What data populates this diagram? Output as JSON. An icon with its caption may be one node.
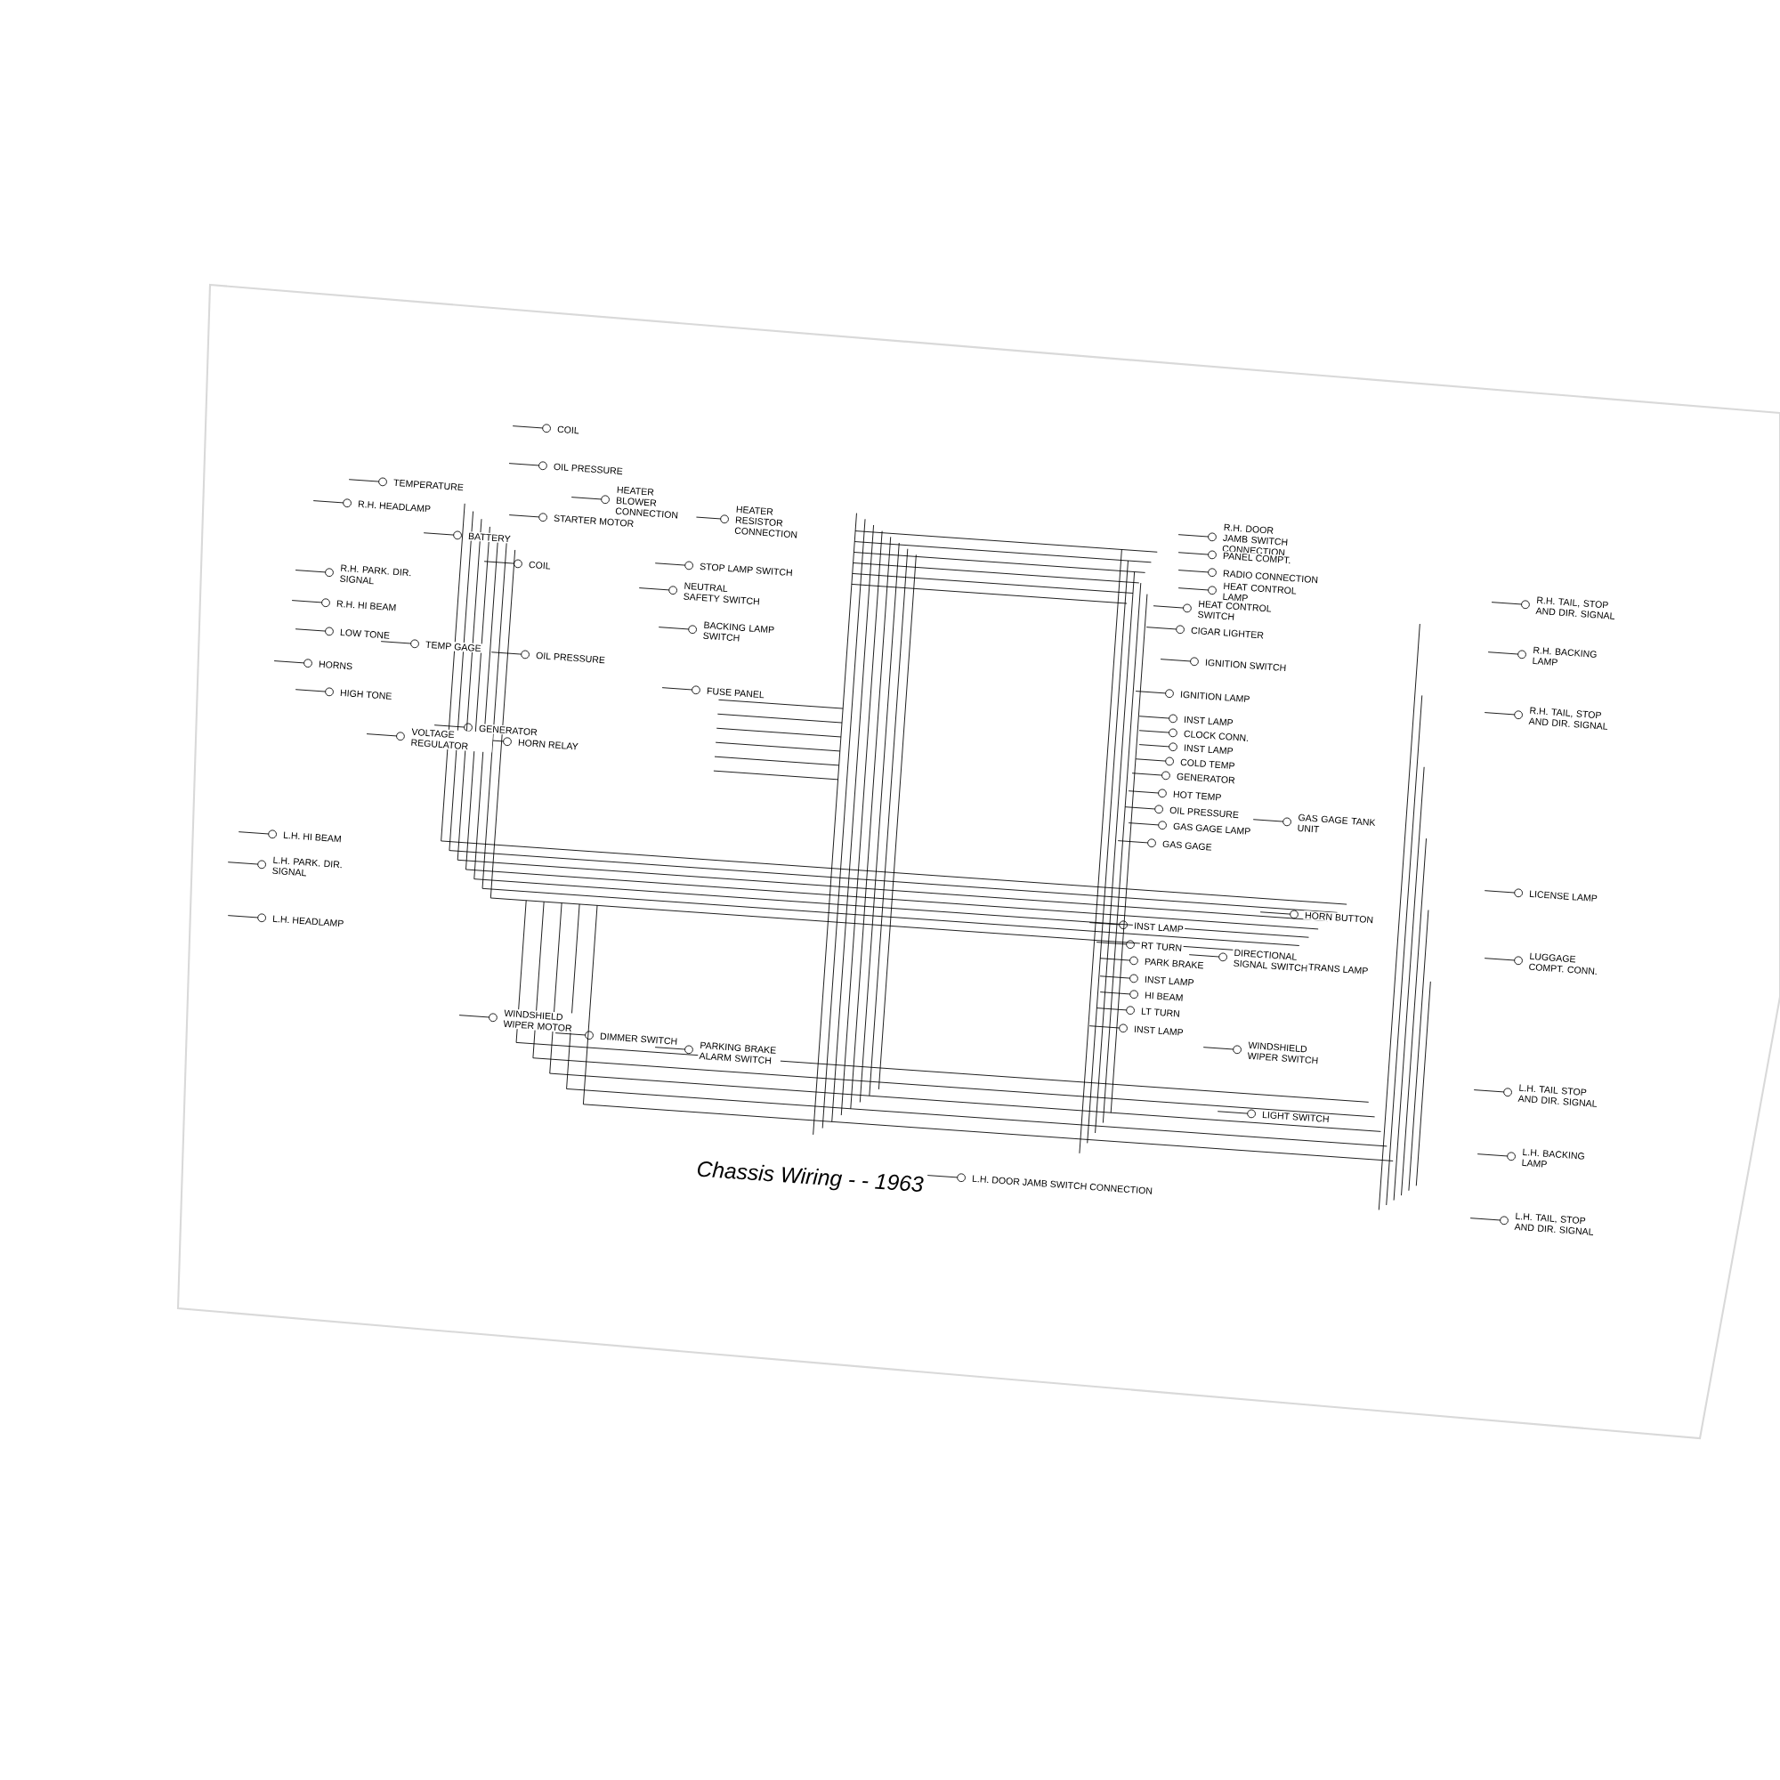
{
  "diagram": {
    "caption": "Chassis Wiring - - 1963",
    "labels": [
      "COIL",
      "OIL PRESSURE",
      "TEMPERATURE",
      "R.H. HEADLAMP",
      "HEATER BLOWER CONNECTION",
      "STARTER MOTOR",
      "BATTERY",
      "COIL",
      "R.H. PARK. DIR. SIGNAL",
      "R.H. HI BEAM",
      "LOW TONE",
      "TEMP GAGE",
      "OIL PRESSURE",
      "HORNS",
      "HIGH TONE",
      "GENERATOR",
      "VOLTAGE REGULATOR",
      "HORN RELAY",
      "L.H. HI BEAM",
      "L.H. PARK. DIR. SIGNAL",
      "L.H. HEADLAMP",
      "WINDSHIELD WIPER MOTOR",
      "DIMMER SWITCH",
      "PARKING BRAKE ALARM SWITCH",
      "HEATER RESISTOR CONNECTION",
      "STOP LAMP SWITCH",
      "NEUTRAL SAFETY SWITCH",
      "BACKING LAMP SWITCH",
      "FUSE PANEL",
      "R.H. DOOR JAMB SWITCH CONNECTION",
      "PANEL COMPT.",
      "RADIO CONNECTION",
      "HEAT CONTROL LAMP",
      "HEAT CONTROL SWITCH",
      "CIGAR LIGHTER",
      "IGNITION SWITCH",
      "IGNITION LAMP",
      "INST LAMP",
      "CLOCK CONN.",
      "INST LAMP",
      "COLD TEMP",
      "GENERATOR",
      "HOT TEMP",
      "OIL PRESSURE",
      "GAS GAGE LAMP",
      "GAS GAGE",
      "GAS GAGE TANK UNIT",
      "HORN BUTTON",
      "INST LAMP",
      "RT TURN",
      "PARK BRAKE",
      "INST LAMP",
      "HI BEAM",
      "LT TURN",
      "INST LAMP",
      "DIRECTIONAL SIGNAL SWITCH",
      "TRANS LAMP",
      "WINDSHIELD WIPER SWITCH",
      "LIGHT SWITCH",
      "L.H. DOOR JAMB SWITCH CONNECTION",
      "R.H. TAIL, STOP AND DIR. SIGNAL",
      "R.H. BACKING LAMP",
      "R.H. TAIL, STOP AND DIR. SIGNAL",
      "LICENSE LAMP",
      "LUGGAGE COMPT. CONN.",
      "L.H. TAIL STOP AND DIR. SIGNAL",
      "L.H. BACKING LAMP",
      "L.H. TAIL, STOP AND DIR. SIGNAL"
    ]
  }
}
